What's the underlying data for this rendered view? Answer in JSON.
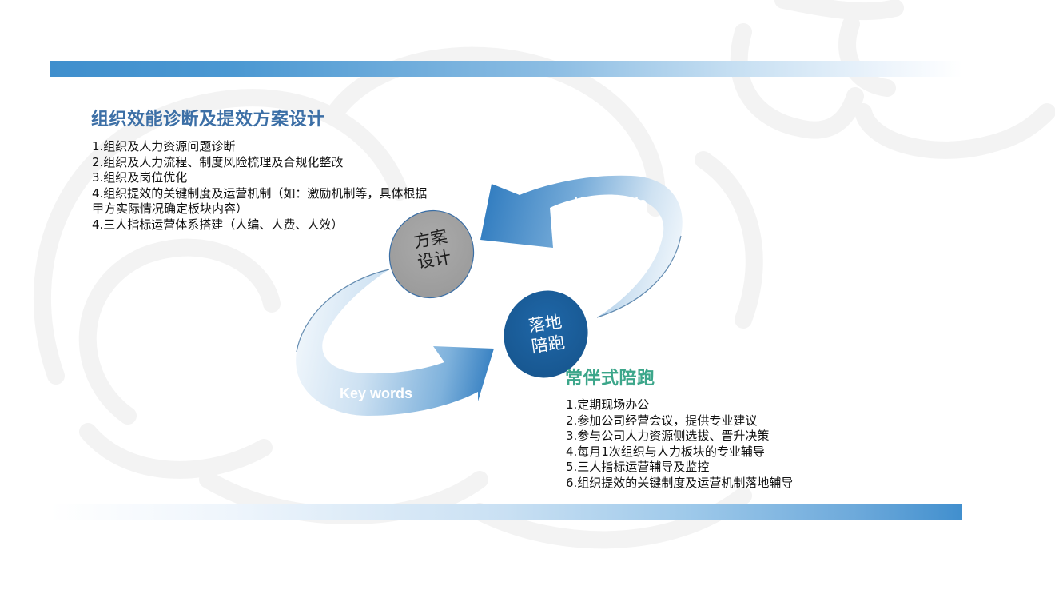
{
  "slide": {
    "colors": {
      "bar_blue": "#418fce",
      "title_blue": "#3c6fa6",
      "title_green": "#3ca68a",
      "circle_gray": "#a3a3a3",
      "circle_blue": "#1a5fa0",
      "arrow_blue": "#3b84c4"
    }
  },
  "left_section": {
    "title": "组织效能诊断及提效方案设计",
    "items": [
      "1.组织及人力资源问题诊断",
      "2.组织及人力流程、制度风险梳理及合规化整改",
      "3.组织及岗位优化",
      "4.组织提效的关键制度及运营机制（如：激励机制等，具体根据",
      "甲方实际情况确定板块内容）",
      "4.三人指标运营体系搭建（人编、人费、人效）"
    ]
  },
  "cycle": {
    "circle_design": {
      "line1": "方案",
      "line2": "设计"
    },
    "circle_support": {
      "line1": "落地",
      "line2": "陪跑"
    },
    "arrow_top_label": "Key words",
    "arrow_bottom_label": "Key words"
  },
  "right_section": {
    "title": "常伴式陪跑",
    "items": [
      "1.定期现场办公",
      "2.参加公司经营会议，提供专业建议",
      "3.参与公司人力资源侧选拔、晋升决策",
      "4.每月1次组织与人力板块的专业辅导",
      "5.三人指标运营辅导及监控",
      "6.组织提效的关键制度及运营机制落地辅导"
    ]
  }
}
